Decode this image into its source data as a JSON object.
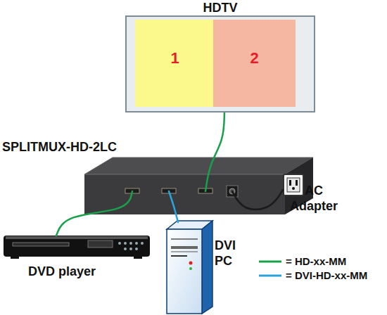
{
  "diagram": {
    "nodes": [
      {
        "text": [
          "HDTV"
        ]
      },
      {
        "text": [
          "1"
        ],
        "in": 0
      },
      {
        "text": [
          "2"
        ],
        "in": 0
      },
      {
        "text": [
          "SPLITMUX-HD-2LC"
        ]
      },
      {
        "text": [
          "AC Adapter"
        ]
      },
      {
        "text": [
          "DVD player"
        ]
      },
      {
        "text": [
          "DVI PC"
        ]
      }
    ],
    "edges": [
      {
        "from": 0,
        "to": 3,
        "arrow": "none"
      },
      {
        "from": 5,
        "to": 3,
        "arrow": "none"
      },
      {
        "from": 6,
        "to": 3,
        "arrow": "none"
      },
      {
        "from": 4,
        "to": 3,
        "arrow": "none"
      }
    ],
    "legend": [
      {
        "text": "= HD-xx-MM"
      },
      {
        "text": "= DVI-HD-xx-MM"
      }
    ]
  }
}
